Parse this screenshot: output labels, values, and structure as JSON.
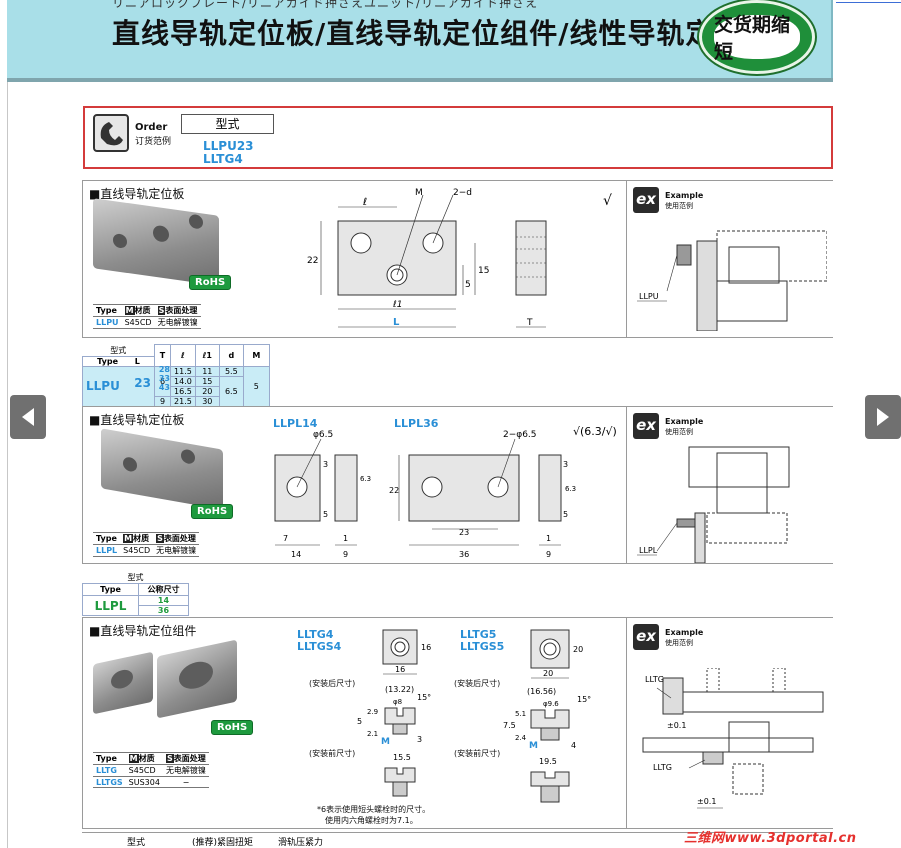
{
  "banner": {
    "subtitle": "リニアロックプレート/リニアガイド押さえユニット/リニアガイド押さえ",
    "title": "直线导轨定位板/直线导轨定位组件/线性导轨定位块",
    "badge": "交货期缩短"
  },
  "order": {
    "label_en": "Order",
    "label_cn": "订货范例",
    "type_header": "型式",
    "codes": [
      "LLPU23",
      "LLTG4"
    ]
  },
  "section1": {
    "title": "■直线导轨定位板",
    "rohs": "RoHS",
    "attr_headers": [
      "Type",
      "材质",
      "表面处理"
    ],
    "attr_badges": [
      "M",
      "S"
    ],
    "attr_row": [
      "LLPU",
      "S45CD",
      "无电解镀镍"
    ],
    "drawing_labels": {
      "l": "ℓ",
      "m": "M",
      "d": "2−d",
      "h22": "22",
      "h15": "15",
      "h5": "5",
      "l1": "ℓ1",
      "L": "L",
      "T": "T",
      "check": "√"
    },
    "ex_en": "Example",
    "ex_cn": "使用范例",
    "ex_part": "LLPU",
    "table": {
      "header_group": "型式",
      "col_type": "Type",
      "col_L": "L",
      "cols": [
        "T",
        "ℓ",
        "ℓ1",
        "d",
        "M"
      ],
      "type": "LLPU",
      "rows": [
        {
          "L": "23",
          "l": "11.5",
          "l1": "11",
          "d": "5.5"
        },
        {
          "L": "28",
          "l": "14.0",
          "l1": "15",
          "d": ""
        },
        {
          "L": "33",
          "l": "16.5",
          "l1": "20",
          "d": "6.5"
        },
        {
          "L": "43",
          "l": "21.5",
          "l1": "30",
          "d": ""
        }
      ],
      "T_6": "6",
      "T_9": "9",
      "M_5": "5"
    }
  },
  "section2": {
    "title": "■直线导轨定位板",
    "rohs": "RoHS",
    "attr_headers": [
      "Type",
      "材质",
      "表面处理"
    ],
    "attr_badges": [
      "M",
      "S"
    ],
    "attr_row": [
      "LLPL",
      "S45CD",
      "无电解镀镍"
    ],
    "cap1": "LLPL14",
    "cap2": "LLPL36",
    "labels": {
      "phi1": "φ6.5",
      "phi2": "2−φ6.5",
      "d3": "3",
      "d63": "6.3",
      "d22": "22",
      "d5": "5",
      "d7": "7",
      "d14": "14",
      "d1": "1",
      "d9": "9",
      "d23": "23",
      "d36": "36",
      "finish": "√(6.3/√)"
    },
    "ex_en": "Example",
    "ex_cn": "使用范例",
    "ex_part": "LLPL",
    "table": {
      "header_group": "型式",
      "col_type": "Type",
      "col_size": "公称尺寸",
      "type": "LLPL",
      "sizes": [
        "14",
        "36"
      ]
    }
  },
  "section3": {
    "title": "■直线导轨定位组件",
    "rohs": "RoHS",
    "attr_headers": [
      "Type",
      "材质",
      "表面处理"
    ],
    "attr_badges": [
      "M",
      "S"
    ],
    "attr_rows": [
      [
        "LLTG",
        "S45CD",
        "无电解镀镍"
      ],
      [
        "LLTGS",
        "SUS304",
        "−"
      ]
    ],
    "cap_a": [
      "LLTG4",
      "LLTGS4"
    ],
    "cap_b": [
      "LLTG5",
      "LLTGS5"
    ],
    "after": "(安装后尺寸)",
    "before": "(安装前尺寸)",
    "labels_a": {
      "w16": "16",
      "h16": "16",
      "w1322": "(13.22)",
      "ang": "15°",
      "d29": "2.9",
      "d5": "5",
      "d21": "2.1",
      "d3": "3",
      "d155": "15.5",
      "m": "M",
      "phi": "φ8"
    },
    "labels_b": {
      "w20": "20",
      "h20": "20",
      "w1656": "(16.56)",
      "ang": "15°",
      "d51": "5.1",
      "d75": "7.5",
      "d24": "2.4",
      "d4": "4",
      "d195": "19.5",
      "m": "M",
      "phi": "φ9.6"
    },
    "note1": "*6表示使用短头螺栓时的尺寸。",
    "note2": "使用内六角螺栓时为7.1。",
    "ex_en": "Example",
    "ex_cn": "使用范例",
    "ex_part1": "LLTG",
    "ex_part2": "LLTG",
    "tol": "±0.1"
  },
  "bottom": {
    "cols": [
      "型式",
      "(推荐)紧固扭矩",
      "滑轨压紧力"
    ]
  },
  "watermark": "三维网www.3dportal.cn",
  "colors": {
    "accent": "#2a8fd6",
    "banner": "#a9dfe8",
    "rohs": "#1e9a3e",
    "alert": "#d43b3b"
  }
}
